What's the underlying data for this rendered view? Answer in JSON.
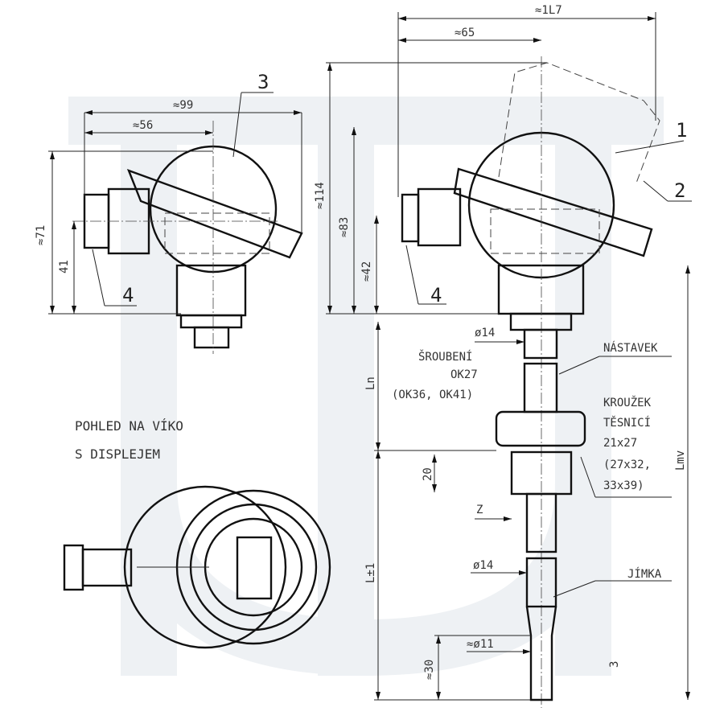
{
  "dimensions": {
    "right_total_width": "≈1L7",
    "right_half_width": "≈65",
    "left_total_width": "≈99",
    "left_half_width": "≈56",
    "left_height": "≈71",
    "left_low_height": "41",
    "right_height": "≈114",
    "right_mid_height": "≈83",
    "right_low_height": "≈42",
    "diameter_top": "ø14",
    "diameter_mid": "ø14",
    "diameter_tip": "≈ø11",
    "thread_length": "20",
    "z": "Z",
    "ln": "Ln",
    "lmv": "Lmv",
    "l": "L±1",
    "tip_length": "≈30",
    "tip_gap": "3"
  },
  "callouts": {
    "c1": "1",
    "c2": "2",
    "c3": "3",
    "c4a": "4",
    "c4b": "4"
  },
  "view_title": {
    "line1": "POHLED NA VÍKO",
    "line2": "S DISPLEJEM"
  },
  "labels": {
    "fitting": [
      "ŠROUBENÍ",
      "OK27",
      "(OK36, OK41)"
    ],
    "extension": "NÁSTAVEK",
    "ring": [
      "KROUŽEK",
      "TĚSNICÍ",
      "21x27",
      "(27x32,",
      "33x39)"
    ],
    "thermowell": "JÍMKA"
  }
}
